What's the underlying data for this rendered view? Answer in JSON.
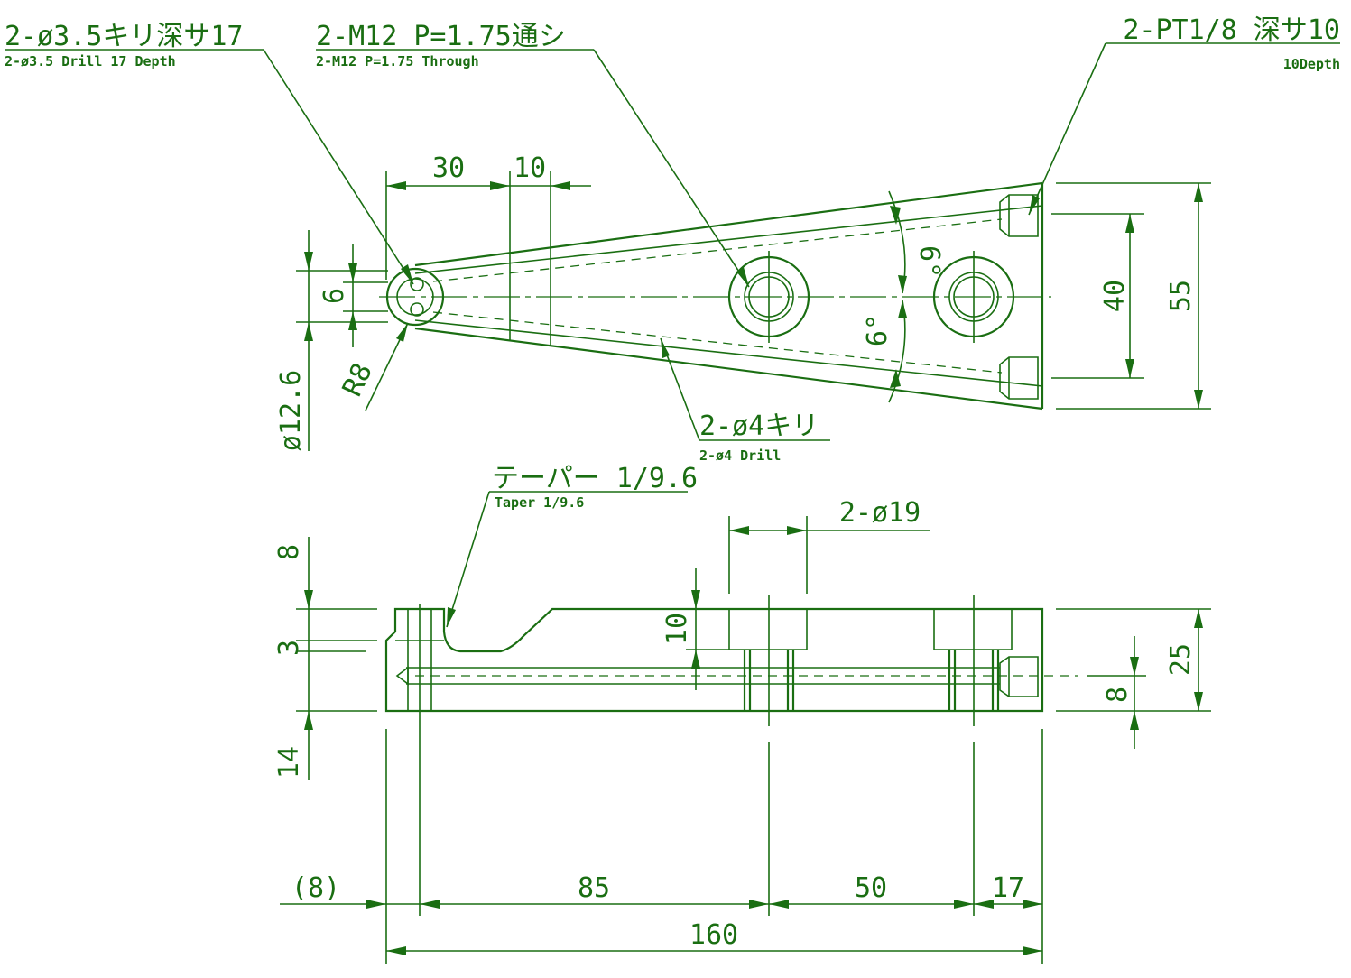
{
  "labels": {
    "drill35_jp": "2-ø3.5キリ深サ17",
    "drill35_en": "2-ø3.5 Drill 17 Depth",
    "tap_jp": "2-M12 P=1.75通シ",
    "tap_en": "2-M12 P=1.75 Through",
    "pt_jp": "2-PT1/8 深サ10",
    "pt_en": "10Depth",
    "drill4_jp": "2-ø4キリ",
    "drill4_en": "2-ø4 Drill",
    "taper_jp": "テーパー 1/9.6",
    "taper_en": "Taper 1/9.6",
    "cbore": "2-ø19"
  },
  "dims": {
    "d30": "30",
    "d10a": "10",
    "d6v": "6",
    "r8": "R8",
    "dia126": "ø12.6",
    "ang6a": "6°",
    "ang6b": "6°",
    "d40": "40",
    "d55": "55",
    "d8top": "8",
    "d3": "3",
    "d14": "14",
    "d10b": "10",
    "d25": "25",
    "d8r": "8",
    "d8p": "(8)",
    "d85": "85",
    "d50": "50",
    "d17": "17",
    "d160": "160"
  },
  "colors": {
    "line": "#1a6e12",
    "background": "#ffffff"
  }
}
